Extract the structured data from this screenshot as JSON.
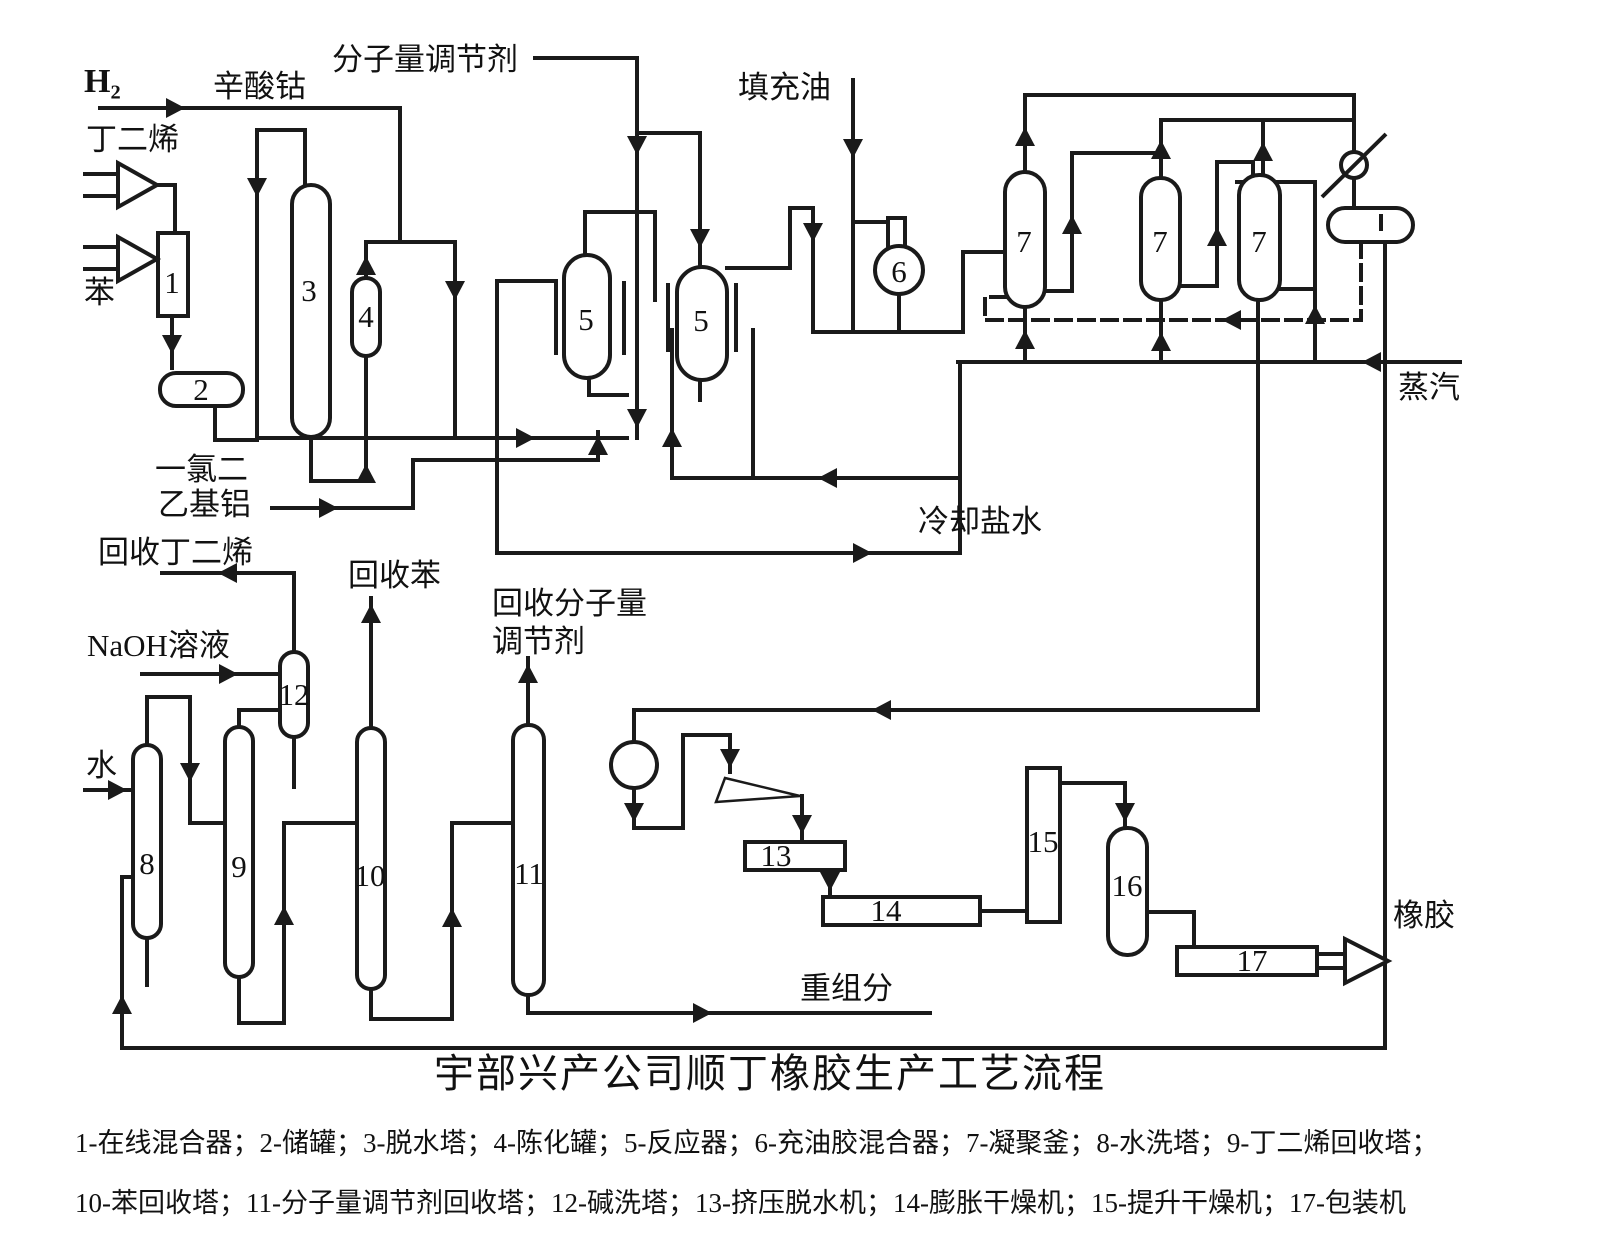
{
  "title": "宇部兴产公司顺丁橡胶生产工艺流程",
  "legend": {
    "line1": "1-在线混合器；2-储罐；3-脱水塔；4-陈化罐；5-反应器；6-充油胶混合器；7-凝聚釜；8-水洗塔；9-丁二烯回收塔；",
    "line2": "10-苯回收塔；11-分子量调节剂回收塔；12-碱洗塔；13-挤压脱水机；14-膨胀干燥机；15-提升干燥机；17-包装机"
  },
  "streams": {
    "h2": "H₂",
    "butadiene": "丁二烯",
    "benzene": "苯",
    "cobalt_octoate": "辛酸钴",
    "mw_regulator": "分子量调节剂",
    "filling_oil": "填充油",
    "steam": "蒸汽",
    "cooling_brine": "冷却盐水",
    "al_chloride_1": "一氯二",
    "al_chloride_2": "乙基铝",
    "recovered_butadiene": "回收丁二烯",
    "naoh_solution": "NaOH溶液",
    "water": "水",
    "recovered_benzene": "回收苯",
    "recovered_mw_1": "回收分子量",
    "recovered_mw_2": "调节剂",
    "heavy_fraction": "重组分",
    "rubber": "橡胶"
  },
  "equipment": {
    "n1": "1",
    "n2": "2",
    "n3": "3",
    "n4": "4",
    "n5": "5",
    "n6": "6",
    "n7": "7",
    "n8": "8",
    "n9": "9",
    "n10": "10",
    "n11": "11",
    "n12": "12",
    "n13": "13",
    "n14": "14",
    "n15": "15",
    "n16": "16",
    "n17": "17"
  },
  "colors": {
    "line": "#1a1a1a",
    "background": "#ffffff"
  }
}
